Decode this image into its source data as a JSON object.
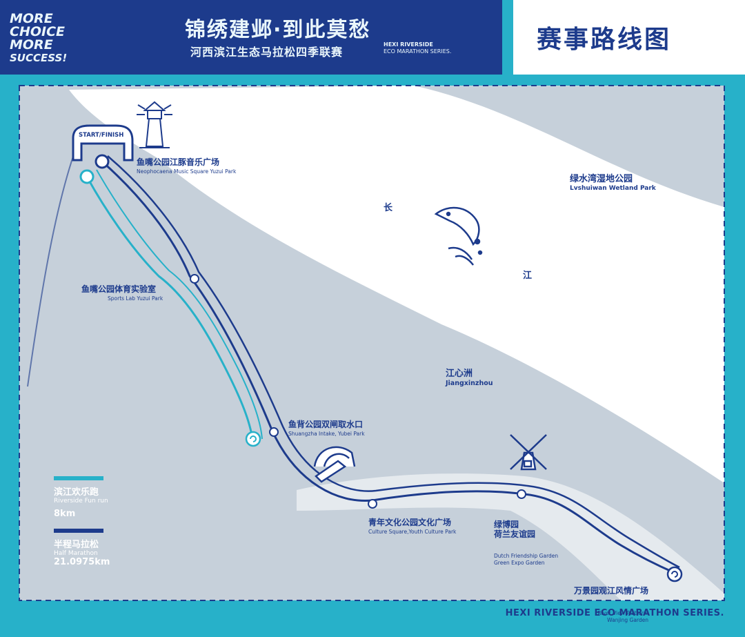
{
  "header": {
    "logo_lines": [
      "MORE",
      "CHOICE",
      "MORE",
      "SUCCESS!"
    ],
    "title_main": "锦绣建邺·到此莫愁",
    "title_sub": "河西滨江生态马拉松四季联赛",
    "title_en_1": "HEXI RIVERSIDE",
    "title_en_2": "ECO MARATHON SERIES.",
    "route_title": "赛事路线图"
  },
  "map": {
    "start_finish": "START/FINISH",
    "river_chars": [
      "长",
      "江"
    ],
    "places": [
      {
        "cn": "鱼嘴公园江豚音乐广场",
        "en": "Neophocaena Music Square Yuzui Park"
      },
      {
        "cn": "绿水湾湿地公园",
        "en": "Lvshuiwan Wetland Park"
      },
      {
        "cn": "鱼嘴公园体育实验室",
        "en": "Sports Lab Yuzui Park"
      },
      {
        "cn": "江心洲",
        "en": "Jiangxinzhou"
      },
      {
        "cn": "鱼背公园双闸取水口",
        "en": "Shuangzha Intake, Yubei Park"
      },
      {
        "cn": "青年文化公园文化广场",
        "en": "Culture Square,Youth Culture Park"
      },
      {
        "cn": "绿博园\n荷兰友谊园",
        "en": "Dutch Friendship Garden\nGreen Expo Garden"
      },
      {
        "cn": "万景园观江风情广场",
        "en": "River View Platform\nWanjing Garden"
      }
    ]
  },
  "legend": {
    "fun_run": {
      "cn": "滨江欢乐跑",
      "en": "Riverside Fun run",
      "distance": "8km",
      "color": "#27b1c9"
    },
    "half_marathon": {
      "cn": "半程马拉松",
      "en": "Half Marathon",
      "distance": "21.0975km",
      "color": "#1d3b8c"
    }
  },
  "footer": "HEXI RIVERSIDE ECO MARATHON SERIES.",
  "colors": {
    "navy": "#1d3b8c",
    "cyan": "#27b1c9",
    "land": "#c6d0da",
    "river": "#ffffff"
  }
}
